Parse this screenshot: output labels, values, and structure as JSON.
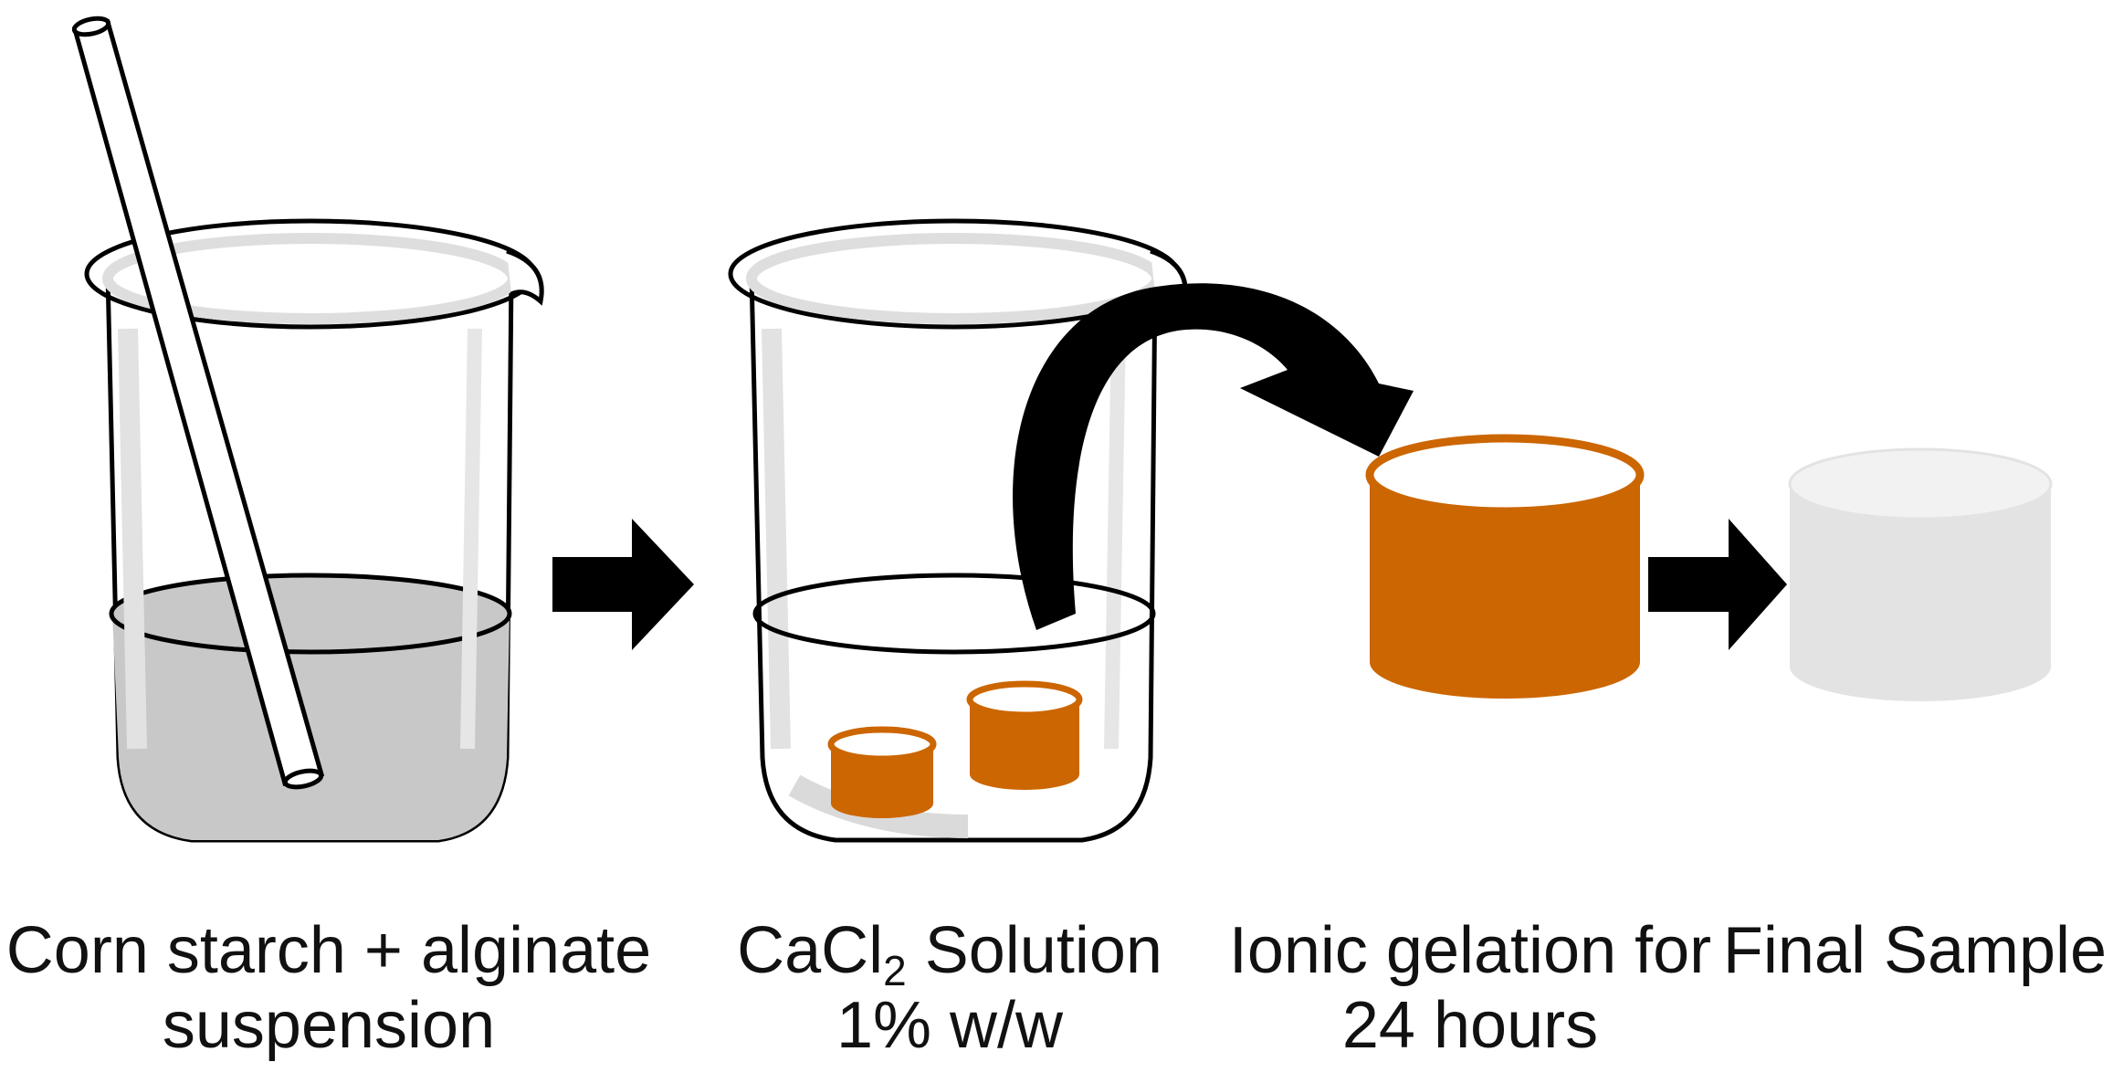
{
  "steps": [
    {
      "line1": "Corn starch + alginate",
      "line2": "suspension"
    },
    {
      "line1_main": "CaCl",
      "line1_sub": "2",
      "line1_rest": " Solution",
      "line2": "1% w/w"
    },
    {
      "line1": "Ionic gelation for",
      "line2": "24 hours"
    },
    {
      "line1": "Final Sample"
    }
  ],
  "colors": {
    "gel": "#cc6600",
    "suspension": "#c8c8c8",
    "final_sample": "#e3e3e3",
    "arrow": "#000000",
    "glass_shade": "#e4e4e4"
  }
}
